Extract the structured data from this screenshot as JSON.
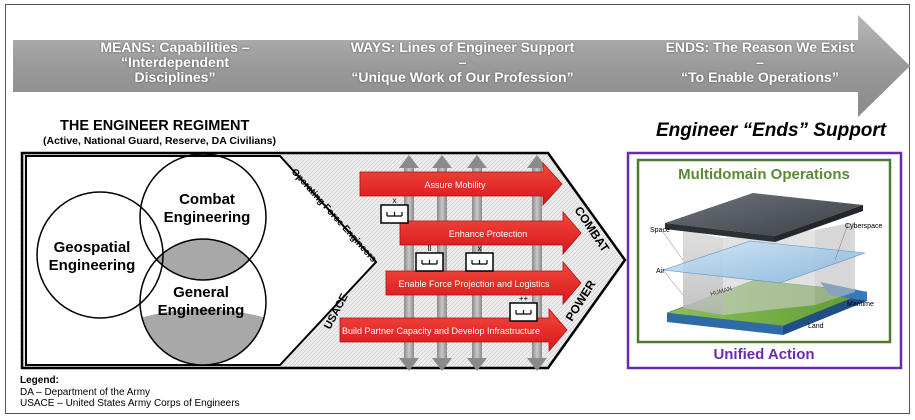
{
  "banner": {
    "means_line1": "MEANS: Capabilities –",
    "means_line2": "“Interdependent",
    "means_line3": "Disciplines”",
    "ways_line1": "WAYS: Lines of Engineer Support",
    "ways_line2": "–",
    "ways_line3": "“Unique Work of Our Profession”",
    "ends_line1": "ENDS: The Reason We Exist",
    "ends_line2": "–",
    "ends_line3": "“To Enable Operations”"
  },
  "regiment": {
    "title": "THE ENGINEER  REGIMENT",
    "subtitle": "(Active, National Guard, Reserve, DA Civilians)"
  },
  "venn": {
    "combat_line1": "Combat",
    "combat_line2": "Engineering",
    "geo_line1": "Geospatial",
    "geo_line2": "Engineering",
    "general_line1": "General",
    "general_line2": "Engineering"
  },
  "chevron": {
    "operating_force": "Operating Force Engineers",
    "usace": "USACE",
    "combat": "COMBAT",
    "power": "POWER"
  },
  "lines_of_support": [
    "Assure Mobility",
    "Enhance Protection",
    "Enable Force Projection and Logistics",
    "Build Partner Capacity and Develop Infrastructure"
  ],
  "unit_symbols": {
    "s1_echelon": "x",
    "s2_echelon": "II",
    "s3_echelon": "x",
    "s4_echelon": "++"
  },
  "ends": {
    "title": "Engineer “Ends” Support",
    "mdo_title": "Multidomain Operations",
    "unified_action": "Unified Action",
    "space": "Space",
    "cyberspace": "Cyberspace",
    "air": "Air",
    "maritime": "Maritime",
    "land": "Land",
    "human": "HUMAN",
    "colors": {
      "mdo_border": "#4e7a2f",
      "outer_border": "#6a2bb0",
      "mdo_title": "#5b8a35",
      "unified": "#6a2bb0"
    }
  },
  "legend": {
    "heading": "Legend:",
    "da": "DA – Department of the Army",
    "usace": "USACE – United States Army Corps of Engineers"
  },
  "colors": {
    "arrow_red": "#e8262b",
    "banner_gray": "#9e9e9e",
    "venn_fill": "#a8a8a8"
  }
}
